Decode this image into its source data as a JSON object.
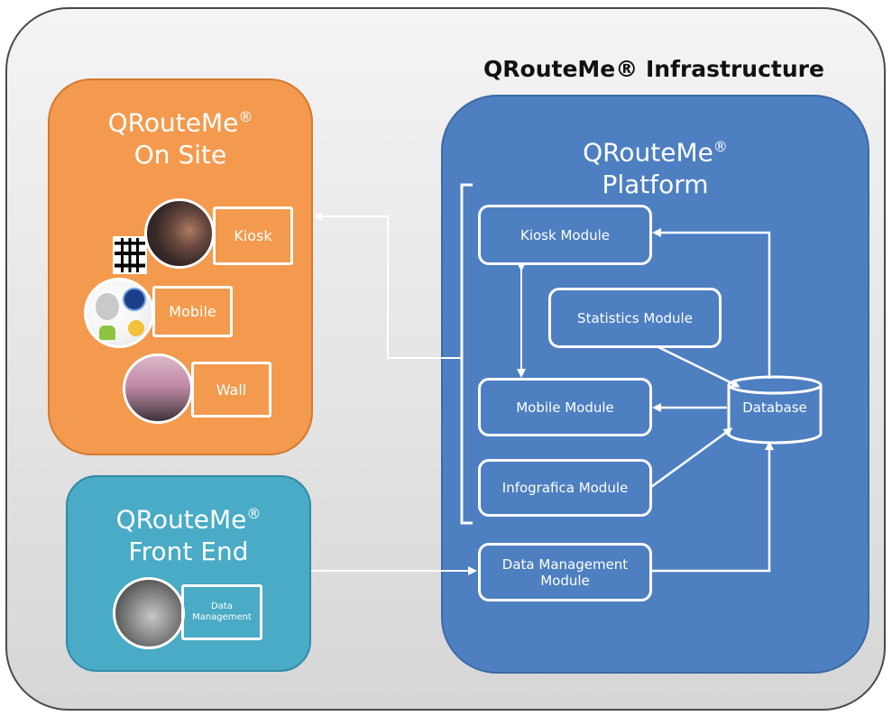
{
  "infrastructure": {
    "title": "QRouteMe® Infrastructure"
  },
  "onsite": {
    "title_line1": "QRouteMe",
    "title_sup": "®",
    "title_line2": "On Site",
    "items": [
      {
        "label": "Kiosk"
      },
      {
        "label": "Mobile"
      },
      {
        "label": "Wall"
      }
    ]
  },
  "frontend": {
    "title_line1": "QRouteMe",
    "title_sup": "®",
    "title_line2": "Front End",
    "item_line1": "Data",
    "item_line2": "Management"
  },
  "platform": {
    "title_line1": "QRouteMe",
    "title_sup": "®",
    "title_line2": "Platform",
    "modules": {
      "kiosk": "Kiosk Module",
      "statistics": "Statistics Module",
      "mobile": "Mobile Module",
      "infografica": "Infografica Module",
      "data_mgmt_line1": "Data Management",
      "data_mgmt_line2": "Module"
    },
    "database": "Database"
  },
  "colors": {
    "onsite": "#f39a4e",
    "frontend": "#49abc6",
    "platform": "#4d7fc1",
    "connector": "#ffffff"
  }
}
